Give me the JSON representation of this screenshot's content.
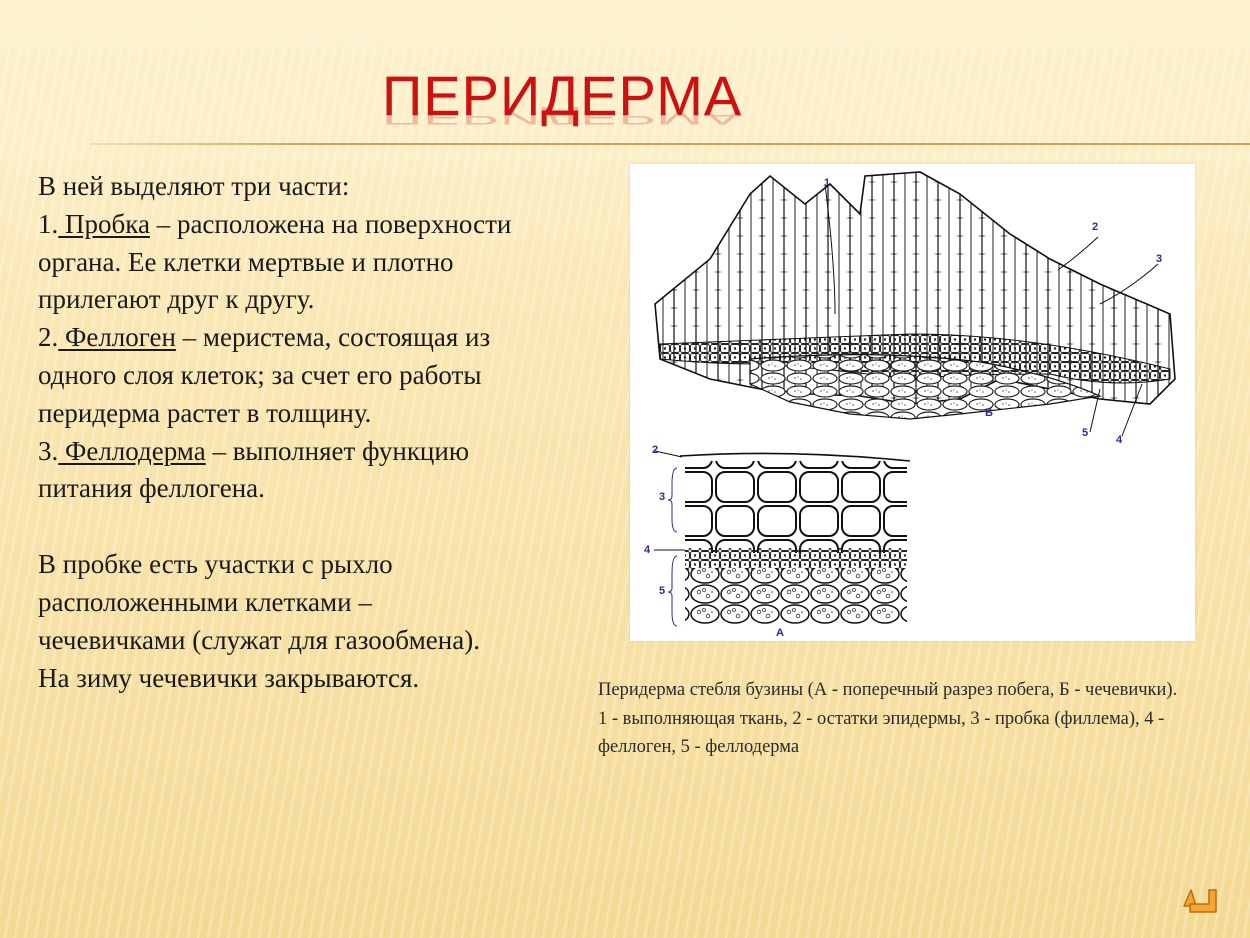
{
  "slide": {
    "title": "ПЕРИДЕРМА",
    "colors": {
      "title": "#cc1111",
      "background": "#f8e3a8",
      "rule": "#c9a352",
      "figure_labels": "#2a2aa8",
      "nav_icon": "#f0a030"
    }
  },
  "body": {
    "intro": "В ней выделяют три части:",
    "items": [
      {
        "number": "1.",
        "term": " Пробка",
        "text": " – расположена на поверхности органа.  Ее клетки мертвые и плотно прилегают друг к другу."
      },
      {
        "number": "2.",
        "term": " Феллоген",
        "text": " – меристема, состоящая из одного слоя клеток; за счет его работы перидерма растет в толщину."
      },
      {
        "number": "3.",
        "term": " Феллодерма",
        "text": " – выполняет функцию питания феллогена."
      }
    ],
    "lenticels": "В пробке есть участки с рыхло расположенными клетками – чечевичками (служат для газообмена). На зиму чечевички закрываются."
  },
  "figure": {
    "panel_b": {
      "letter": "Б",
      "labels": [
        "1",
        "2",
        "3",
        "4",
        "5"
      ]
    },
    "panel_a": {
      "letter": "А",
      "labels": [
        "2",
        "3",
        "4",
        "5"
      ]
    }
  },
  "caption": {
    "line1": "Перидерма стебля бузины (А - поперечный разрез побега, Б - чечевички).",
    "line2": "1 - выполняющая ткань, 2 - остатки эпидермы, 3 - пробка (филлема), 4 - феллоген, 5 - феллодерма"
  },
  "navigation": {
    "return_icon": "return-arrow-icon"
  }
}
